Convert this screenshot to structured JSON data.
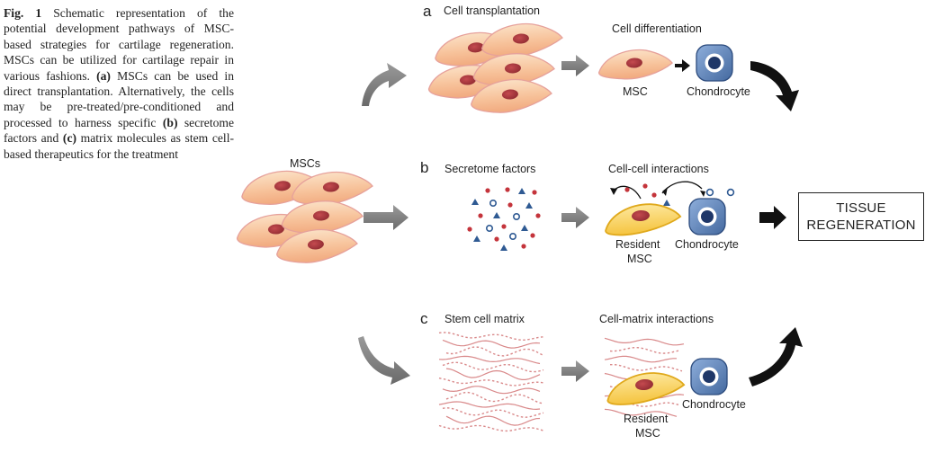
{
  "caption": {
    "fig_label": "Fig. 1",
    "text1": " Schematic representation of the potential development pathways of MSC-based strategies for cartilage regeneration. MSCs can be utilized for cartilage repair in various fashions. ",
    "a": "(a)",
    "text2": " MSCs can be used in direct transplantation. Alternatively, the cells may be pre-treated/pre-conditioned and processed to harness specific ",
    "b": "(b)",
    "text3": " secretome factors and ",
    "c": "(c)",
    "text4": " matrix molecules as stem cell-based therapeutics for the treatment"
  },
  "source": {
    "label": "MSCs"
  },
  "panel_a": {
    "letter": "a",
    "left_title": "Cell transplantation",
    "right_title": "Cell differentiation",
    "msc_label": "MSC",
    "chondrocyte_label": "Chondrocyte"
  },
  "panel_b": {
    "letter": "b",
    "left_title": "Secretome factors",
    "right_title": "Cell-cell interactions",
    "resident_line1": "Resident",
    "resident_line2": "MSC",
    "chondrocyte_label": "Chondrocyte"
  },
  "panel_c": {
    "letter": "c",
    "left_title": "Stem cell matrix",
    "right_title": "Cell-matrix interactions",
    "resident_line1": "Resident",
    "resident_line2": "MSC",
    "chondrocyte_label": "Chondrocyte"
  },
  "outcome": {
    "line1": "TISSUE",
    "line2": "REGENERATION"
  },
  "colors": {
    "msc_fill": "#f7c59a",
    "msc_edge": "#e89f9a",
    "nucleus": "#a8323a",
    "resident_fill": "#f7cf5a",
    "resident_edge": "#e0a91c",
    "chondro_fill": "#5e86bf",
    "chondro_nucleus": "#1f3768",
    "grey_arrow": "#7a7a7a",
    "black_arrow": "#111111",
    "fiber": "#d9898a",
    "dot_red": "#c4343b",
    "triangle_blue": "#2f5a93"
  }
}
